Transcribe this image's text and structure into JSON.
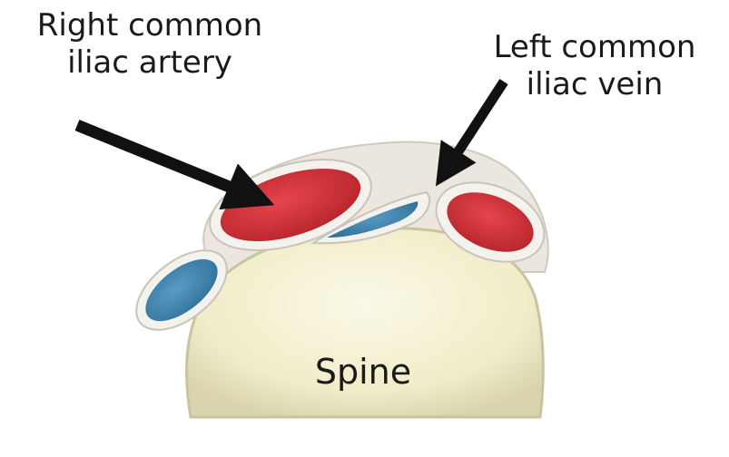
{
  "diagram": {
    "labels": {
      "right_common_iliac_artery": [
        "Right common",
        "iliac artery"
      ],
      "left_common_iliac_vein": [
        "Left common",
        "iliac vein"
      ],
      "spine": "Spine"
    },
    "colors": {
      "artery": "#d32f36",
      "vein": "#3f86b1",
      "spine": "#f1edc9",
      "tissue": "#e8e4dc",
      "arrow": "#111111"
    }
  }
}
